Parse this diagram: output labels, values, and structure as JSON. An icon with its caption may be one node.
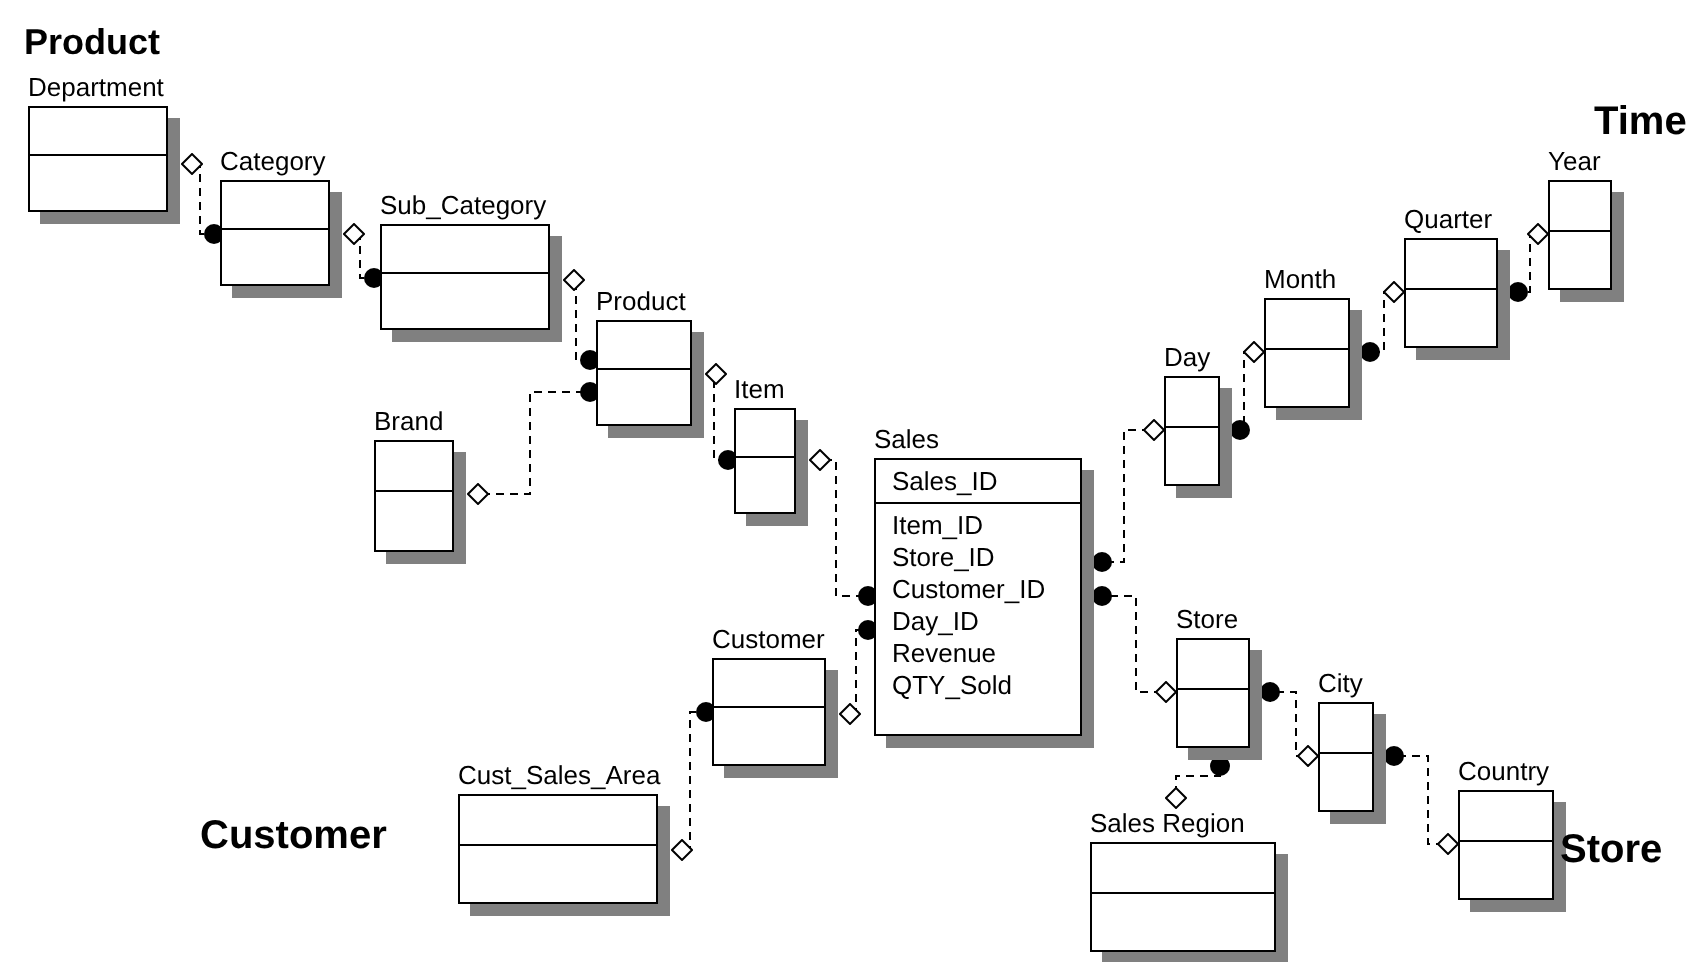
{
  "diagram": {
    "nodes": [
      {
        "text": [
          "Department"
        ]
      },
      {
        "text": [
          "Category"
        ]
      },
      {
        "text": [
          "Sub_Category"
        ]
      },
      {
        "text": [
          "Product"
        ]
      },
      {
        "text": [
          "Brand"
        ]
      },
      {
        "text": [
          "Item"
        ]
      },
      {
        "text": [
          "Sales",
          "Sales_ID",
          "Item_ID",
          "Store_ID",
          "Customer_ID",
          "Day_ID",
          "Revenue",
          "QTY_Sold"
        ]
      },
      {
        "text": [
          "Day"
        ]
      },
      {
        "text": [
          "Month"
        ]
      },
      {
        "text": [
          "Quarter"
        ]
      },
      {
        "text": [
          "Year"
        ]
      },
      {
        "text": [
          "Customer"
        ]
      },
      {
        "text": [
          "Cust_Sales_Area"
        ]
      },
      {
        "text": [
          "Store"
        ]
      },
      {
        "text": [
          "City"
        ]
      },
      {
        "text": [
          "Country"
        ]
      },
      {
        "text": [
          "Sales Region"
        ]
      }
    ],
    "edges": [
      {
        "from": 0,
        "to": 1,
        "arrow": "other"
      },
      {
        "from": 1,
        "to": 2,
        "arrow": "other"
      },
      {
        "from": 2,
        "to": 3,
        "arrow": "other"
      },
      {
        "from": 4,
        "to": 3,
        "arrow": "other"
      },
      {
        "from": 3,
        "to": 5,
        "arrow": "other"
      },
      {
        "from": 5,
        "to": 6,
        "arrow": "other"
      },
      {
        "from": 11,
        "to": 6,
        "arrow": "other"
      },
      {
        "from": 12,
        "to": 11,
        "arrow": "other"
      },
      {
        "from": 7,
        "to": 6,
        "arrow": "other"
      },
      {
        "from": 8,
        "to": 7,
        "arrow": "other"
      },
      {
        "from": 9,
        "to": 8,
        "arrow": "other"
      },
      {
        "from": 10,
        "to": 9,
        "arrow": "other"
      },
      {
        "from": 13,
        "to": 6,
        "arrow": "other"
      },
      {
        "from": 14,
        "to": 13,
        "arrow": "other"
      },
      {
        "from": 15,
        "to": 14,
        "arrow": "other"
      },
      {
        "from": 16,
        "to": 13,
        "arrow": "other"
      }
    ],
    "labels": [
      "Product",
      "Time",
      "Customer",
      "Store"
    ]
  }
}
